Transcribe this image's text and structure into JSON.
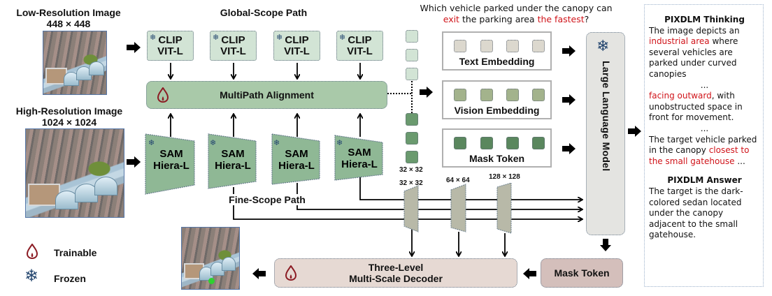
{
  "inputs": {
    "low_res": {
      "title": "Low-Resolution Image",
      "size": "448 × 448"
    },
    "high_res": {
      "title": "High-Resolution Image",
      "size": "1024 × 1024"
    }
  },
  "global_path": {
    "title": "Global-Scope Path",
    "encoders": [
      {
        "line1": "CLIP",
        "line2": "VIT-L",
        "state": "frozen"
      },
      {
        "line1": "CLIP",
        "line2": "VIT-L",
        "state": "frozen"
      },
      {
        "line1": "CLIP",
        "line2": "VIT-L",
        "state": "frozen"
      },
      {
        "line1": "CLIP",
        "line2": "VIT-L",
        "state": "frozen"
      }
    ]
  },
  "alignment": {
    "label": "MultiPath Alignment",
    "state": "trainable"
  },
  "fine_path": {
    "title": "Fine-Scope Path",
    "encoders": [
      {
        "line1": "SAM",
        "line2": "Hiera-L",
        "state": "frozen"
      },
      {
        "line1": "SAM",
        "line2": "Hiera-L",
        "state": "frozen"
      },
      {
        "line1": "SAM",
        "line2": "Hiera-L",
        "state": "frozen"
      },
      {
        "line1": "SAM",
        "line2": "Hiera-L",
        "state": "frozen"
      }
    ]
  },
  "token_column": {
    "resolution": "32 × 32"
  },
  "feature_scales": [
    "32 × 32",
    "64 × 64",
    "128 × 128"
  ],
  "question": {
    "parts": [
      {
        "text": "Which vehicle parked under the canopy can ",
        "highlight": false
      },
      {
        "text": "exit",
        "highlight": true
      },
      {
        "text": " the parking area ",
        "highlight": false
      },
      {
        "text": "the fastest",
        "highlight": true
      },
      {
        "text": "?",
        "highlight": false
      }
    ]
  },
  "embeddings": [
    {
      "label": "Text Embedding",
      "color": "#dcd8ce"
    },
    {
      "label": "Vision Embedding",
      "color": "#a3b38c"
    },
    {
      "label": "Mask Token",
      "color": "#5a875e"
    }
  ],
  "llm": {
    "label": "Large Language Model",
    "state": "frozen"
  },
  "mask_token_box": {
    "label": "Mask Token"
  },
  "decoder": {
    "line1": "Three-Level",
    "line2": "Multi-Scale Decoder",
    "state": "trainable"
  },
  "legend": [
    {
      "icon": "flame-icon",
      "label": "Trainable"
    },
    {
      "icon": "snowflake-icon",
      "label": "Frozen"
    }
  ],
  "output_panel": {
    "thinking_title": "PIXDLM Thinking",
    "thinking_segments": [
      [
        {
          "text": "The image depicts an ",
          "highlight": false
        },
        {
          "text": "industrial area",
          "highlight": true
        },
        {
          "text": " where several vehicles are parked under curved canopies",
          "highlight": false
        }
      ],
      [
        {
          "text": "...",
          "highlight": false
        }
      ],
      [
        {
          "text": "facing outward",
          "highlight": true
        },
        {
          "text": ", with unobstructed space in front for movement.",
          "highlight": false
        }
      ],
      [
        {
          "text": "...",
          "highlight": false
        }
      ],
      [
        {
          "text": "The target vehicle parked in the canopy ",
          "highlight": false
        },
        {
          "text": "closest to the small gatehouse",
          "highlight": true
        },
        {
          "text": " ...",
          "highlight": false
        }
      ]
    ],
    "answer_title": "PIXDLM Answer",
    "answer_text": "The target is the dark-colored sedan located under the canopy adjacent to the small gatehouse."
  },
  "colors": {
    "clip_fill": "#d2e4d5",
    "sam_fill": "#8fb895",
    "alignment_fill": "#a9c9a9",
    "llm_fill": "#e4e4e1",
    "decoder_fill": "#e6d9d3",
    "mask_token_fill": "#d4bfbb",
    "trapezoid_fill": "#b8b9a8",
    "highlight_red": "#d0141a",
    "flame": "#8c1c24",
    "snowflake": "#24466f"
  }
}
